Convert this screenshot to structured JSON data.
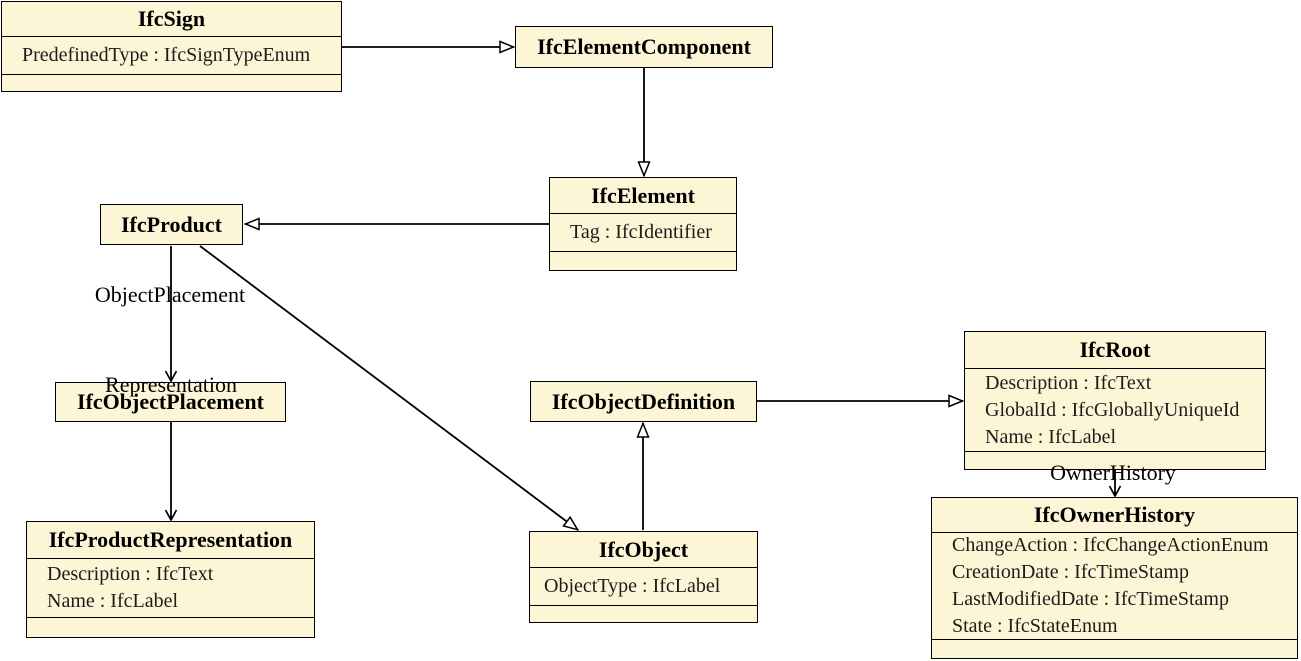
{
  "diagram_type": "uml-class-diagram",
  "colors": {
    "class_fill": "#fcf6d6",
    "class_border": "#000000",
    "connector": "#000000",
    "background": "#ffffff"
  },
  "classes": {
    "ifcsign": {
      "title": "IfcSign",
      "attributes": [
        "PredefinedType : IfcSignTypeEnum"
      ]
    },
    "ifcelementcomponent": {
      "title": "IfcElementComponent",
      "attributes": []
    },
    "ifcelement": {
      "title": "IfcElement",
      "attributes": [
        "Tag : IfcIdentifier"
      ]
    },
    "ifcproduct": {
      "title": "IfcProduct",
      "attributes": []
    },
    "ifcobjectplacement": {
      "title": "IfcObjectPlacement",
      "attributes": []
    },
    "ifcproductrepresentation": {
      "title": "IfcProductRepresentation",
      "attributes": [
        "Description : IfcText",
        "Name : IfcLabel"
      ]
    },
    "ifcobjectdefinition": {
      "title": "IfcObjectDefinition",
      "attributes": []
    },
    "ifcobject": {
      "title": "IfcObject",
      "attributes": [
        "ObjectType : IfcLabel"
      ]
    },
    "ifcroot": {
      "title": "IfcRoot",
      "attributes": [
        "Description : IfcText",
        "GlobalId : IfcGloballyUniqueId",
        "Name : IfcLabel"
      ]
    },
    "ifcownerhistory": {
      "title": "IfcOwnerHistory",
      "attributes": [
        "ChangeAction : IfcChangeActionEnum",
        "CreationDate : IfcTimeStamp",
        "LastModifiedDate : IfcTimeStamp",
        "State : IfcStateEnum"
      ]
    }
  },
  "association_labels": {
    "object_placement": "ObjectPlacement",
    "representation": "Representation",
    "owner_history": "OwnerHistory"
  },
  "relationships": [
    {
      "from": "IfcSign",
      "to": "IfcElementComponent",
      "type": "generalization"
    },
    {
      "from": "IfcElementComponent",
      "to": "IfcElement",
      "type": "generalization"
    },
    {
      "from": "IfcElement",
      "to": "IfcProduct",
      "type": "generalization"
    },
    {
      "from": "IfcProduct",
      "to": "IfcObject",
      "type": "generalization"
    },
    {
      "from": "IfcObject",
      "to": "IfcObjectDefinition",
      "type": "generalization"
    },
    {
      "from": "IfcObjectDefinition",
      "to": "IfcRoot",
      "type": "generalization"
    },
    {
      "from": "IfcProduct",
      "to": "IfcObjectPlacement",
      "type": "association",
      "label": "ObjectPlacement"
    },
    {
      "from": "IfcProduct",
      "to": "IfcProductRepresentation",
      "type": "association",
      "label": "Representation"
    },
    {
      "from": "IfcRoot",
      "to": "IfcOwnerHistory",
      "type": "association",
      "label": "OwnerHistory"
    }
  ]
}
